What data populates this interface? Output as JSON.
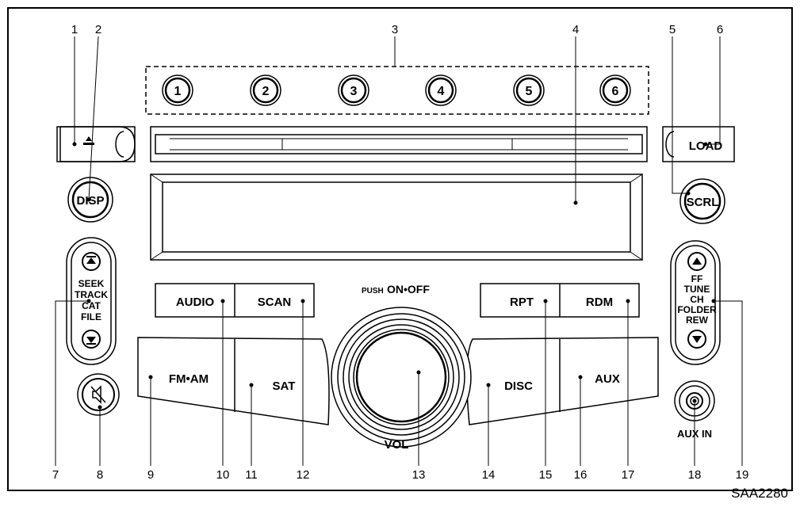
{
  "callouts": [
    "1",
    "2",
    "3",
    "4",
    "5",
    "6",
    "7",
    "8",
    "9",
    "10",
    "11",
    "12",
    "13",
    "14",
    "15",
    "16",
    "17",
    "18",
    "19"
  ],
  "presets": [
    "1",
    "2",
    "3",
    "4",
    "5",
    "6"
  ],
  "buttons": {
    "load": "LOAD",
    "disp": "DISP",
    "scrl": "SCRL",
    "audio": "AUDIO",
    "scan": "SCAN",
    "rpt": "RPT",
    "rdm": "RDM",
    "fm_am": "FM•AM",
    "sat": "SAT",
    "disc": "DISC",
    "aux": "AUX",
    "vol": "VOL",
    "aux_in": "AUX IN"
  },
  "power_label": {
    "push": "PUSH",
    "on_off": "ON•OFF"
  },
  "seek_rocker": [
    "SEEK",
    "TRACK",
    "CAT",
    "FILE"
  ],
  "tune_rocker": [
    "FF",
    "TUNE",
    "CH",
    "FOLDER",
    "REW"
  ],
  "figure_code": "SAA2280"
}
